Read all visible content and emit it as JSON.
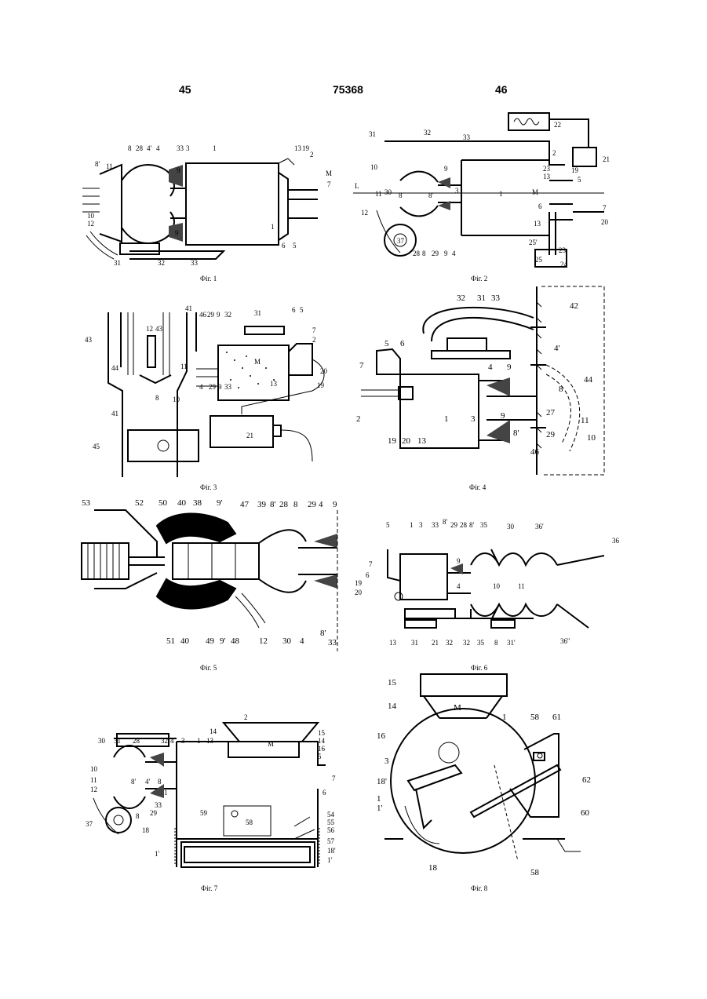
{
  "header": {
    "left_page": "45",
    "patent_number": "75368",
    "right_page": "46"
  },
  "figures": {
    "fig1": {
      "caption": "Фіг. 1",
      "labels": [
        "8'",
        "11",
        "8",
        "28",
        "4'",
        "4",
        "33",
        "3",
        "1",
        "13",
        "19",
        "2",
        "M",
        "7",
        "10",
        "12",
        "9",
        "6",
        "5",
        "1",
        "31",
        "32",
        "33",
        "9"
      ]
    },
    "fig2": {
      "caption": "Фіг. 2",
      "labels": [
        "22",
        "21",
        "31",
        "32",
        "33",
        "2",
        "10",
        "9",
        "23",
        "13",
        "19",
        "5",
        "M",
        "L",
        "11",
        "30",
        "8",
        "8'",
        "3",
        "1",
        "7",
        "12",
        "6",
        "20",
        "13",
        "37",
        "28",
        "8",
        "29",
        "9",
        "4",
        "25'",
        "23",
        "25",
        "24"
      ]
    },
    "fig3": {
      "caption": "Фіг. 3",
      "labels": [
        "41",
        "46",
        "29",
        "9",
        "32",
        "31",
        "6",
        "5",
        "7",
        "2",
        "43",
        "12",
        "43",
        "11",
        "M",
        "44",
        "8",
        "10",
        "4",
        "29",
        "9",
        "33",
        "13",
        "20",
        "19",
        "41",
        "45",
        "21"
      ]
    },
    "fig4": {
      "caption": "Фіг. 4",
      "labels": [
        "32",
        "31",
        "33",
        "42",
        "5",
        "6",
        "4'",
        "7",
        "4",
        "9",
        "8",
        "44",
        "2",
        "1",
        "3",
        "9",
        "27",
        "11",
        "19",
        "20",
        "13",
        "8'",
        "29",
        "46",
        "10"
      ]
    },
    "fig5": {
      "caption": "Фіг. 5",
      "labels": [
        "53",
        "52",
        "50",
        "40",
        "38",
        "9'",
        "47",
        "39",
        "8'",
        "28",
        "8",
        "29",
        "4",
        "9",
        "51",
        "40",
        "49",
        "9'",
        "48",
        "12",
        "30",
        "4",
        "8'",
        "33"
      ]
    },
    "fig6": {
      "caption": "Фіг. 6",
      "labels": [
        "5",
        "1",
        "3",
        "33",
        "8'",
        "29",
        "28",
        "8'",
        "35",
        "30",
        "36'",
        "36",
        "7",
        "9",
        "10",
        "11",
        "6",
        "19",
        "20",
        "4",
        "13",
        "31",
        "21",
        "32",
        "32",
        "35",
        "8",
        "31'",
        "36''"
      ]
    },
    "fig7": {
      "caption": "Фіг. 7",
      "labels": [
        "2",
        "14",
        "15",
        "14",
        "16",
        "5",
        "M",
        "30",
        "31",
        "28",
        "32",
        "4",
        "3",
        "1",
        "13",
        "7",
        "10",
        "11",
        "8'",
        "4'",
        "8",
        "6",
        "12",
        "33",
        "29",
        "1",
        "59",
        "58",
        "54",
        "55",
        "56",
        "37",
        "8",
        "18",
        "57",
        "18'",
        "1'",
        "1'"
      ]
    },
    "fig8": {
      "caption": "Фіг. 8",
      "labels": [
        "15",
        "14",
        "M",
        "1",
        "58",
        "61",
        "16",
        "3",
        "62",
        "18'",
        "1",
        "1'",
        "60",
        "18",
        "58"
      ]
    }
  }
}
